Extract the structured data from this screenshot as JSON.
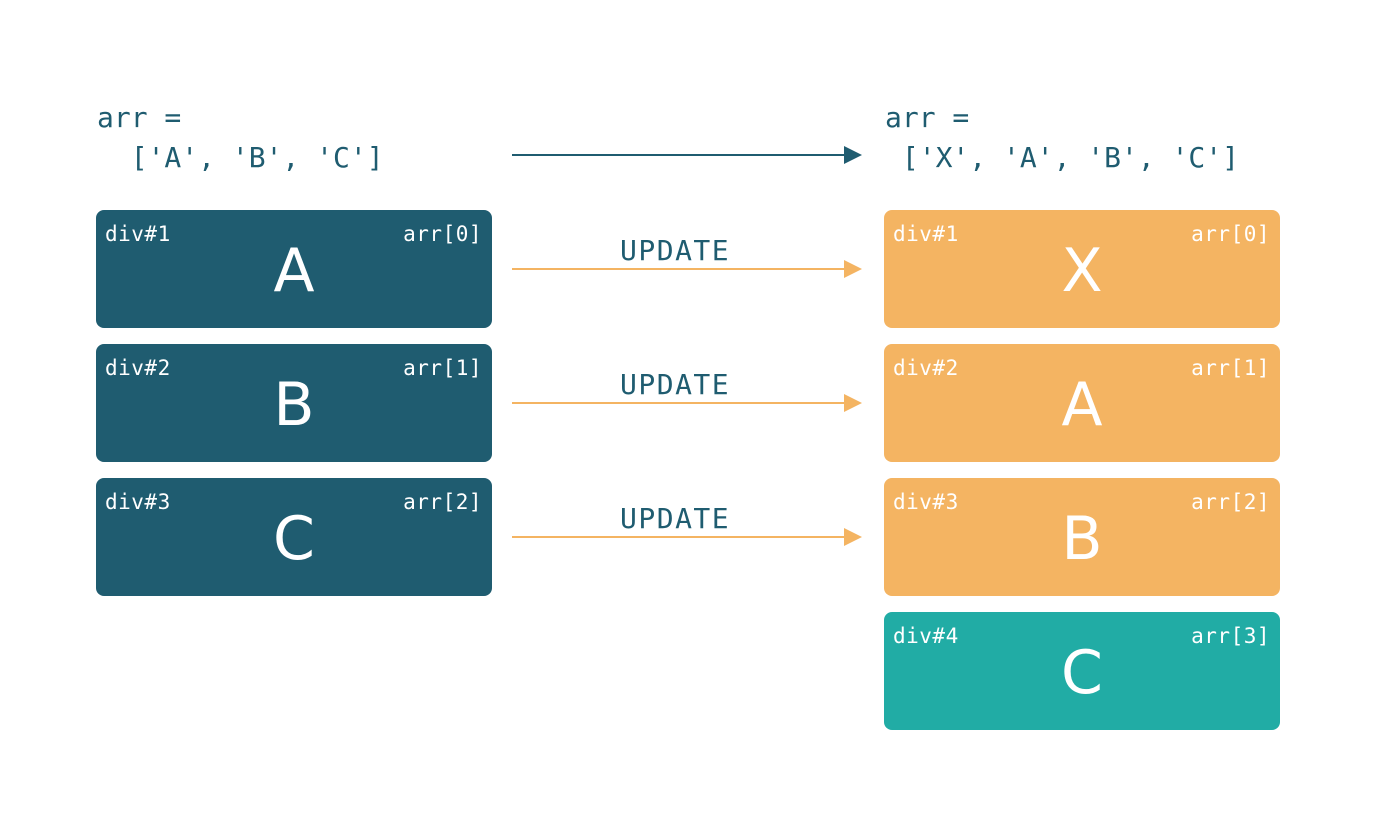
{
  "colors": {
    "before": "#1f5c70",
    "updated": "#f4b462",
    "created": "#21ab a5",
    "text_dark": "#1f5c70",
    "update_arrow": "#f4b462"
  },
  "before": {
    "arr_line1": "arr =",
    "arr_line2": "  ['A', 'B', 'C']",
    "boxes": [
      {
        "id": "div#1",
        "index": "arr[0]",
        "value": "A"
      },
      {
        "id": "div#2",
        "index": "arr[1]",
        "value": "B"
      },
      {
        "id": "div#3",
        "index": "arr[2]",
        "value": "C"
      }
    ]
  },
  "after": {
    "arr_line1": "arr =",
    "arr_line2": " ['X', 'A', 'B', 'C']",
    "boxes": [
      {
        "id": "div#1",
        "index": "arr[0]",
        "value": "X",
        "state": "updated"
      },
      {
        "id": "div#2",
        "index": "arr[1]",
        "value": "A",
        "state": "updated"
      },
      {
        "id": "div#3",
        "index": "arr[2]",
        "value": "B",
        "state": "updated"
      },
      {
        "id": "div#4",
        "index": "arr[3]",
        "value": "C",
        "state": "created"
      }
    ]
  },
  "operations": [
    "UPDATE",
    "UPDATE",
    "UPDATE"
  ]
}
